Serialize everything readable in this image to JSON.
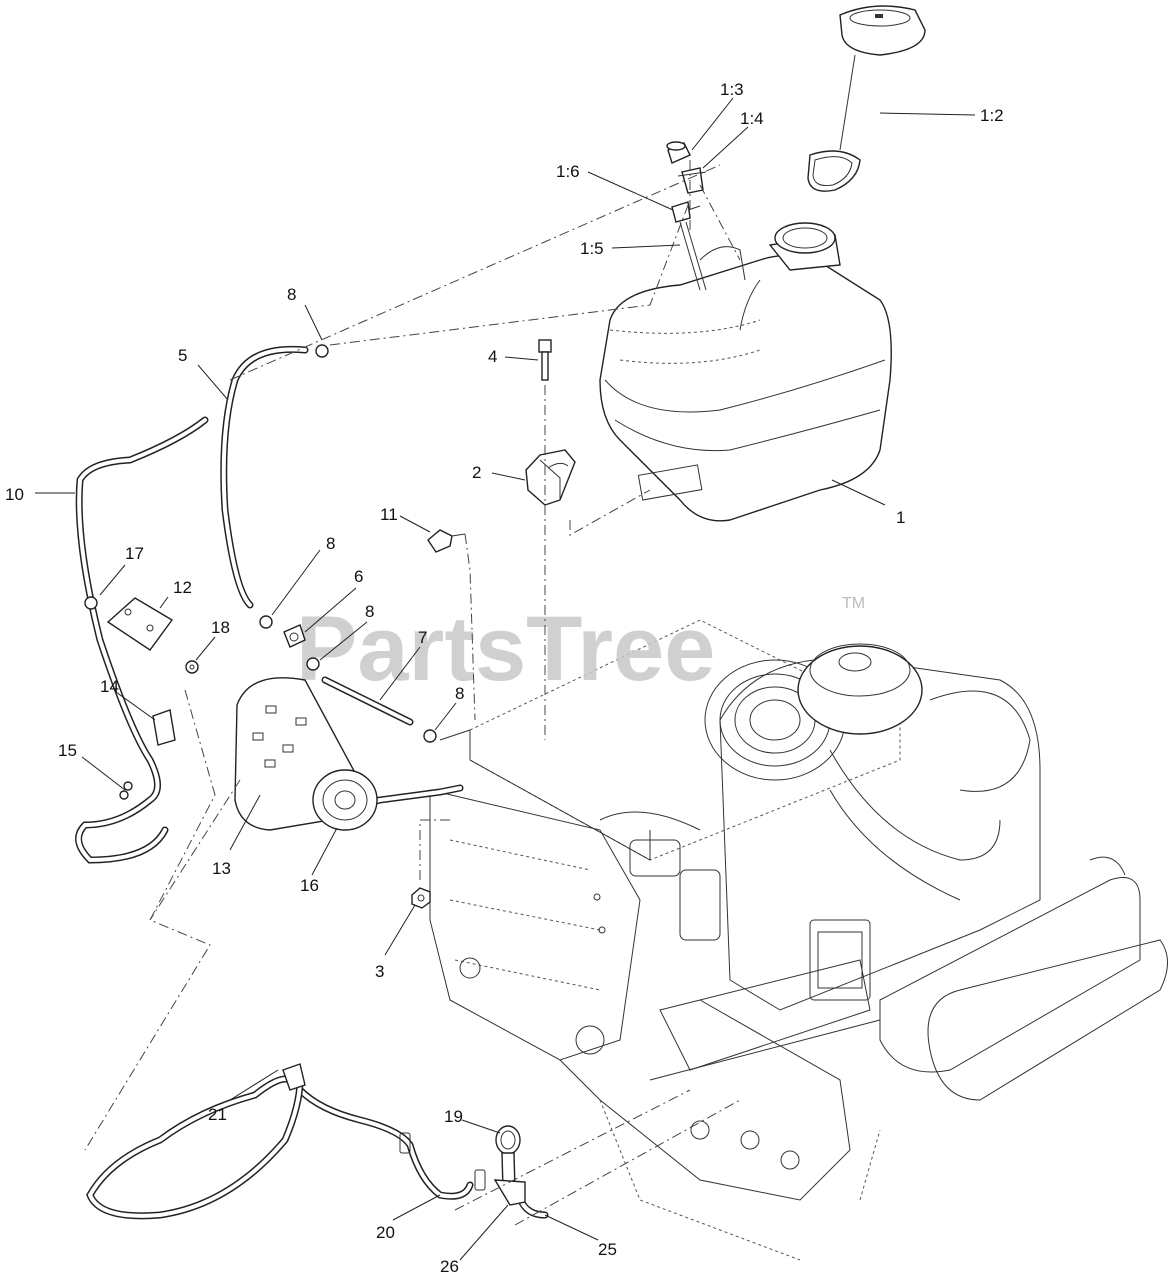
{
  "watermark": {
    "text": "PartsTree",
    "trademark": "TM"
  },
  "callouts": [
    {
      "id": "c-1-2",
      "label": "1:2"
    },
    {
      "id": "c-1-3",
      "label": "1:3"
    },
    {
      "id": "c-1-4",
      "label": "1:4"
    },
    {
      "id": "c-1-6",
      "label": "1:6"
    },
    {
      "id": "c-1-5",
      "label": "1:5"
    },
    {
      "id": "c-8a",
      "label": "8"
    },
    {
      "id": "c-5",
      "label": "5"
    },
    {
      "id": "c-4",
      "label": "4"
    },
    {
      "id": "c-10",
      "label": "10"
    },
    {
      "id": "c-2",
      "label": "2"
    },
    {
      "id": "c-1",
      "label": "1"
    },
    {
      "id": "c-11",
      "label": "11"
    },
    {
      "id": "c-17",
      "label": "17"
    },
    {
      "id": "c-12",
      "label": "12"
    },
    {
      "id": "c-8b",
      "label": "8"
    },
    {
      "id": "c-6",
      "label": "6"
    },
    {
      "id": "c-8c",
      "label": "8"
    },
    {
      "id": "c-18",
      "label": "18"
    },
    {
      "id": "c-7",
      "label": "7"
    },
    {
      "id": "c-14",
      "label": "14"
    },
    {
      "id": "c-8d",
      "label": "8"
    },
    {
      "id": "c-15",
      "label": "15"
    },
    {
      "id": "c-13",
      "label": "13"
    },
    {
      "id": "c-16",
      "label": "16"
    },
    {
      "id": "c-3",
      "label": "3"
    },
    {
      "id": "c-19",
      "label": "19"
    },
    {
      "id": "c-21",
      "label": "21"
    },
    {
      "id": "c-20",
      "label": "20"
    },
    {
      "id": "c-25",
      "label": "25"
    },
    {
      "id": "c-26",
      "label": "26"
    }
  ]
}
